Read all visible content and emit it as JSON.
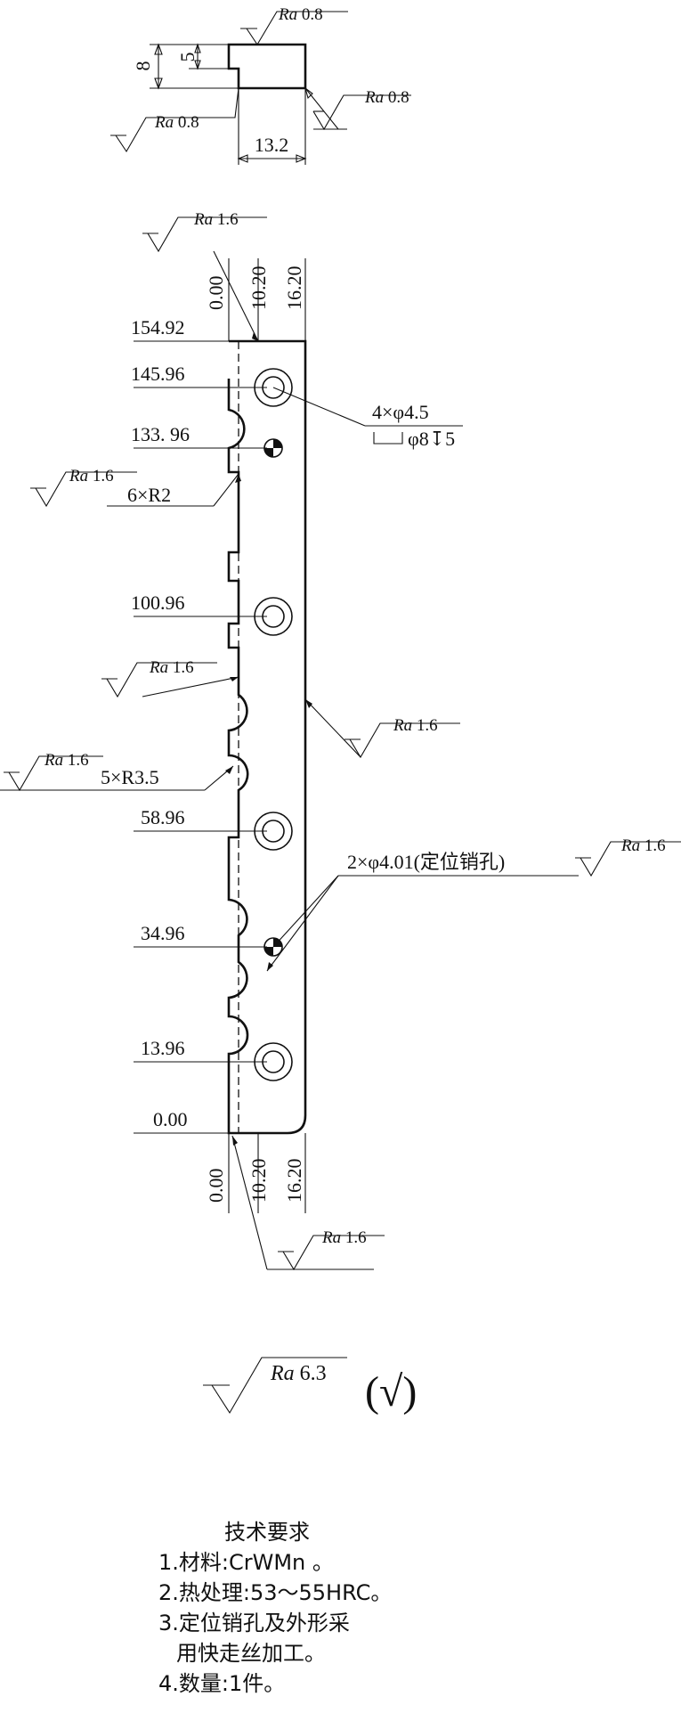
{
  "top_view": {
    "dims": {
      "height": "8",
      "step": "5",
      "width": "13.2"
    },
    "roughness": [
      "Ra 0.8",
      "Ra 0.8",
      "Ra 0.8"
    ]
  },
  "main_view": {
    "x_coords_top": [
      "0.00",
      "10.20",
      "16.20"
    ],
    "x_coords_bottom": [
      "0.00",
      "10.20",
      "16.20"
    ],
    "y_coords": [
      "154.92",
      "145.96",
      "133. 96",
      "100.96",
      "58.96",
      "34.96",
      "13.96",
      "0.00"
    ],
    "callouts": {
      "holes": "4×φ4.5",
      "counterbore": "φ8↧5",
      "small_radius": "6×R2",
      "large_radius": "5×R3.5",
      "pins": "2×φ4.01(定位销孔)"
    },
    "roughness": [
      "Ra 1.6",
      "Ra 1.6",
      "Ra 1.6",
      "Ra 1.6",
      "Ra 1.6",
      "Ra 1.6",
      "Ra 1.6"
    ]
  },
  "general_roughness": {
    "value": "Ra 6.3",
    "note": "(√)"
  },
  "tech_requirements": {
    "title": "技术要求",
    "items": [
      "1.材料:CrWMn 。",
      "2.热处理:53～55HRC。",
      "3.定位销孔及外形采",
      "用快走丝加工。",
      "4.数量:1件。"
    ]
  }
}
